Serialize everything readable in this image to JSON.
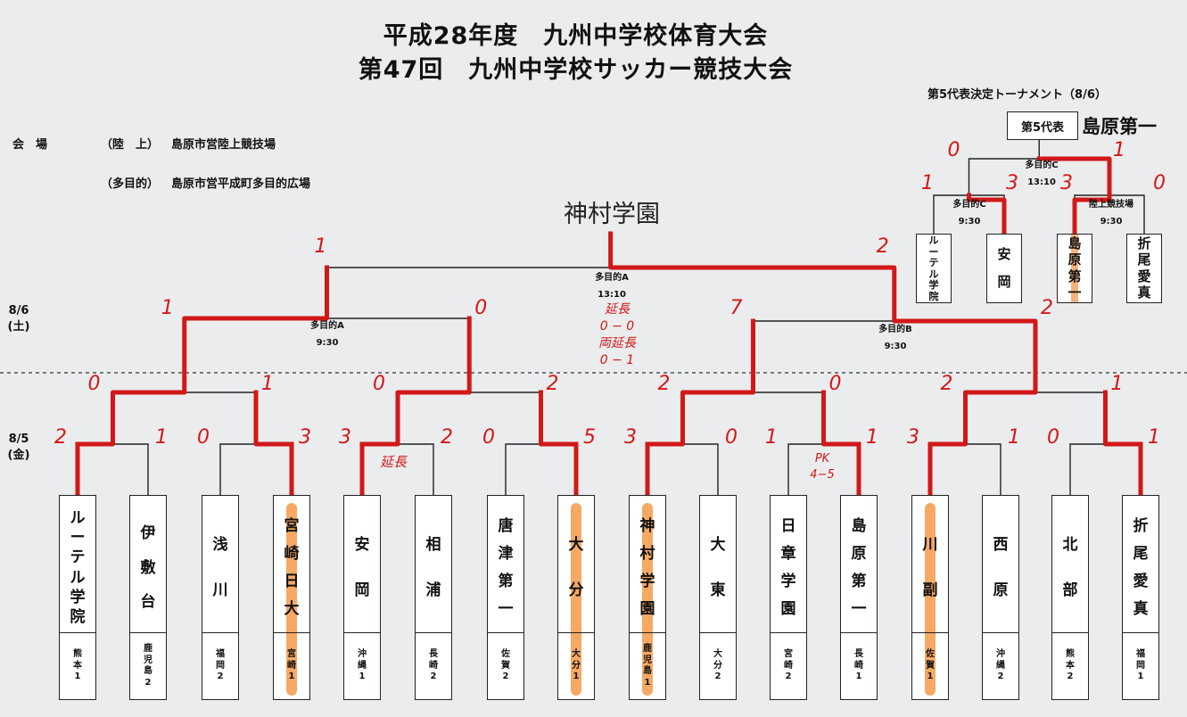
{
  "title_line1": "平成28年度　九州中学校体育大会",
  "title_line2": "第47回　九州中学校サッカー競技大会",
  "venue": {
    "label": "会　場",
    "row1_kind": "（陸　上）",
    "row1_name": "島原市営陸上競技場",
    "row2_kind": "（多目的）",
    "row2_name": "島原市営平成町多目的広場"
  },
  "dates": {
    "d1_a": "8/6",
    "d1_b": "(土)",
    "d2_a": "8/5",
    "d2_b": "(金)"
  },
  "teams": [
    {
      "name": [
        "ル",
        "ー",
        "テ",
        "ル",
        "学",
        "院"
      ],
      "pref": [
        "熊",
        "本",
        "1"
      ],
      "hl": false
    },
    {
      "name": [
        "伊",
        "敷",
        "台"
      ],
      "pref": [
        "鹿",
        "児",
        "島",
        "2"
      ],
      "hl": false
    },
    {
      "name": [
        "浅",
        "川"
      ],
      "pref": [
        "福",
        "岡",
        "2"
      ],
      "hl": false
    },
    {
      "name": [
        "宮",
        "崎",
        "日",
        "大"
      ],
      "pref": [
        "宮",
        "崎",
        "1"
      ],
      "hl": true
    },
    {
      "name": [
        "安",
        "岡"
      ],
      "pref": [
        "沖",
        "縄",
        "1"
      ],
      "hl": false
    },
    {
      "name": [
        "相",
        "浦"
      ],
      "pref": [
        "長",
        "崎",
        "2"
      ],
      "hl": false
    },
    {
      "name": [
        "唐",
        "津",
        "第",
        "一"
      ],
      "pref": [
        "佐",
        "賀",
        "2"
      ],
      "hl": false
    },
    {
      "name": [
        "大",
        "分"
      ],
      "pref": [
        "大",
        "分",
        "1"
      ],
      "hl": true
    },
    {
      "name": [
        "神",
        "村",
        "学",
        "園"
      ],
      "pref": [
        "鹿",
        "児",
        "島",
        "1"
      ],
      "hl": true
    },
    {
      "name": [
        "大",
        "東"
      ],
      "pref": [
        "大",
        "分",
        "2"
      ],
      "hl": false
    },
    {
      "name": [
        "日",
        "章",
        "学",
        "園"
      ],
      "pref": [
        "宮",
        "崎",
        "2"
      ],
      "hl": false
    },
    {
      "name": [
        "島",
        "原",
        "第",
        "一"
      ],
      "pref": [
        "長",
        "崎",
        "1"
      ],
      "hl": false
    },
    {
      "name": [
        "川",
        "副"
      ],
      "pref": [
        "佐",
        "賀",
        "1"
      ],
      "hl": true
    },
    {
      "name": [
        "西",
        "原"
      ],
      "pref": [
        "沖",
        "縄",
        "2"
      ],
      "hl": false
    },
    {
      "name": [
        "北",
        "部"
      ],
      "pref": [
        "熊",
        "本",
        "2"
      ],
      "hl": false
    },
    {
      "name": [
        "折",
        "尾",
        "愛",
        "真"
      ],
      "pref": [
        "福",
        "岡",
        "1"
      ],
      "hl": false
    }
  ],
  "matches": {
    "mA_venue": "多目的A",
    "mA_time": "9:30",
    "mB_venue": "多目的B",
    "mB_time": "9:30",
    "final_venue": "多目的A",
    "final_time": "13:10"
  },
  "fifth": {
    "title": "第5代表決定トーナメント（8/6）",
    "champ_label": "第5代表",
    "champ_team": "島原第一",
    "top_venue": "多目的C",
    "top_time": "13:10",
    "left_venue": "多目的C",
    "left_time": "9:30",
    "right_venue": "陸上競技場",
    "right_time": "9:30",
    "teams": [
      {
        "name": [
          "ル",
          "ー",
          "テ",
          "ル",
          "学",
          "院"
        ]
      },
      {
        "name": [
          "安",
          "岡"
        ]
      },
      {
        "name": [
          "島",
          "原",
          "第",
          "一"
        ]
      },
      {
        "name": [
          "折",
          "尾",
          "愛",
          "真"
        ]
      }
    ],
    "scores": {
      "top_l": "0",
      "top_r": "1",
      "l_l": "1",
      "l_r": "3",
      "r_l": "3",
      "r_r": "0"
    }
  },
  "champion_handwritten": "神村学園",
  "notes": {
    "center": [
      "延長",
      "0 − 0",
      "両延長",
      "0 − 1"
    ],
    "enchou": "延長",
    "pk": [
      "PK",
      "4−5"
    ]
  },
  "scores": {
    "r1": [
      "2",
      "1",
      "0",
      "3",
      "3",
      "2",
      "0",
      "5",
      "3",
      "0",
      "1",
      "1",
      "3",
      "1",
      "0",
      "1"
    ],
    "r2": [
      "0",
      "1",
      "0",
      "2",
      "2",
      "0",
      "2",
      "1"
    ],
    "sf": [
      "1",
      "0",
      "7",
      "2"
    ],
    "f": [
      "1",
      "2"
    ]
  },
  "colors": {
    "winner_line": "#d21818",
    "highlight": "#f39a4a",
    "bracket": "#222222"
  }
}
